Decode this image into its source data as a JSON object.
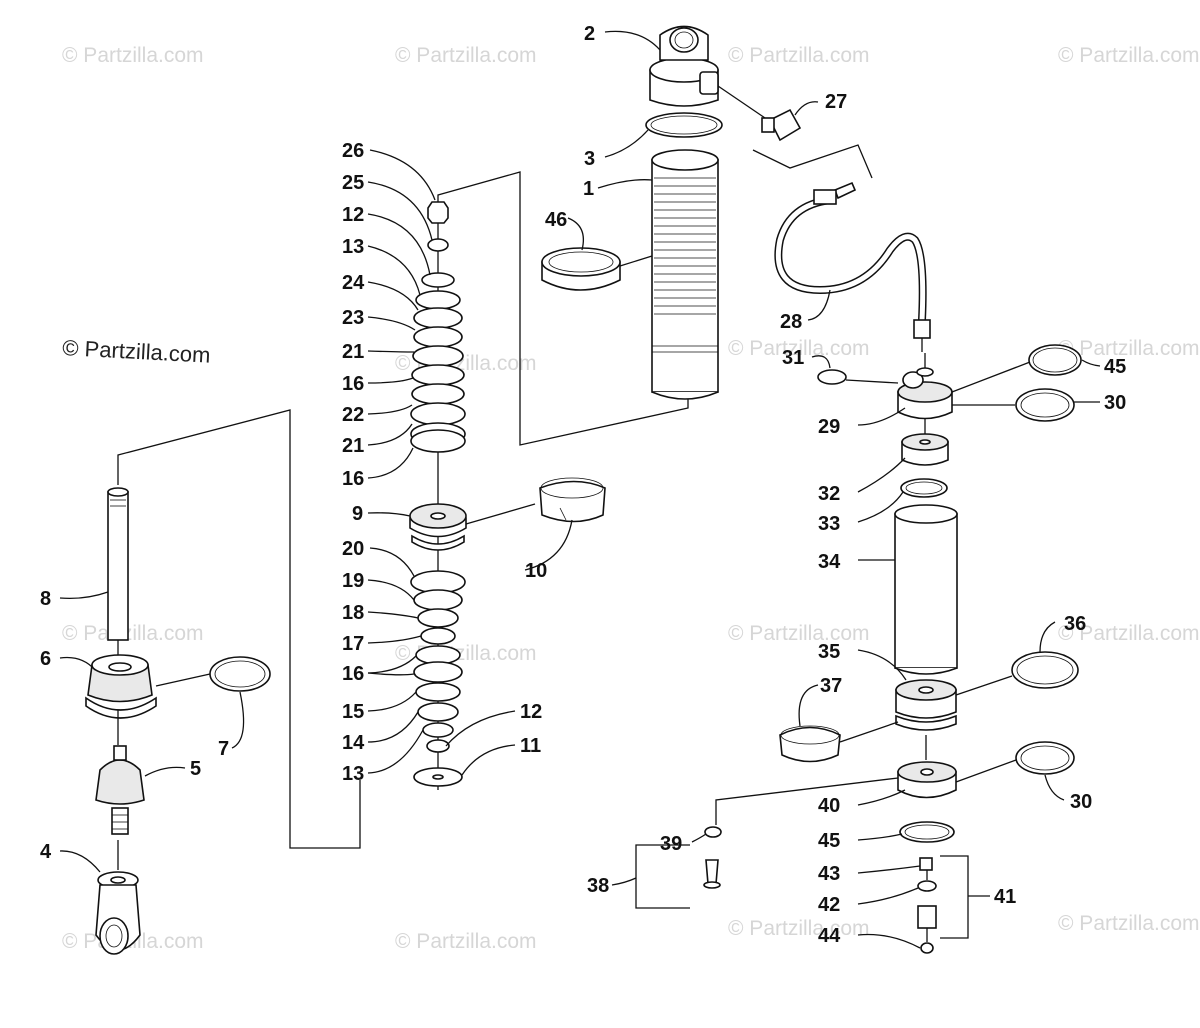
{
  "watermarks": {
    "main": "© Partzilla.com",
    "faded": "© Partzilla.com"
  },
  "labels": {
    "p1": "1",
    "p2": "2",
    "p3": "3",
    "p4": "4",
    "p5": "5",
    "p6": "6",
    "p7": "7",
    "p8": "8",
    "p9": "9",
    "p10": "10",
    "p11": "11",
    "p12a": "12",
    "p12b": "12",
    "p13a": "13",
    "p13b": "13",
    "p14": "14",
    "p15": "15",
    "p16a": "16",
    "p16b": "16",
    "p16c": "16",
    "p17": "17",
    "p18": "18",
    "p19": "19",
    "p20": "20",
    "p21a": "21",
    "p21b": "21",
    "p22": "22",
    "p23": "23",
    "p24": "24",
    "p25": "25",
    "p26": "26",
    "p27": "27",
    "p28": "28",
    "p29": "29",
    "p30a": "30",
    "p30b": "30",
    "p31": "31",
    "p32": "32",
    "p33": "33",
    "p34": "34",
    "p35": "35",
    "p36": "36",
    "p37": "37",
    "p38": "38",
    "p39": "39",
    "p40": "40",
    "p41": "41",
    "p42": "42",
    "p43": "43",
    "p44": "44",
    "p45a": "45",
    "p45b": "45",
    "p46": "46"
  },
  "colors": {
    "line": "#111111",
    "watermark": "#d6d6d6",
    "background": "#ffffff"
  }
}
